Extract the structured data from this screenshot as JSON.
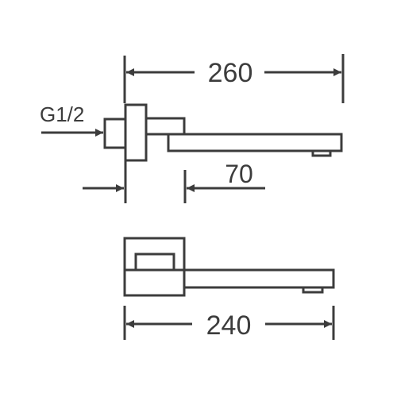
{
  "drawing": {
    "line_color": "#3c3c3c",
    "background": "#ffffff"
  },
  "dimensions": {
    "overall_length_top": "260",
    "thread_label": "G1/2",
    "wall_depth": "70",
    "overall_length_bottom": "240"
  }
}
